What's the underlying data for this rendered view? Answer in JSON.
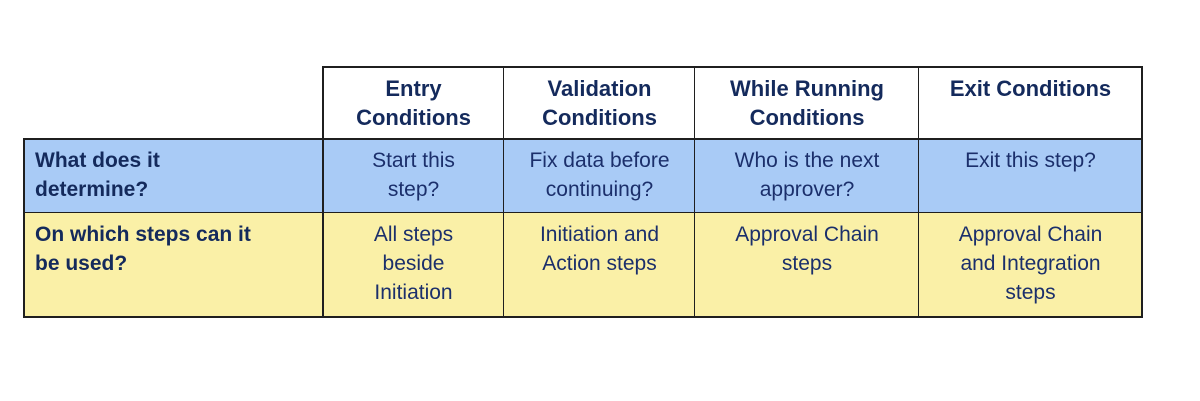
{
  "table": {
    "columns": [
      {
        "label": "Entry Conditions",
        "lines": [
          "Entry",
          "Conditions"
        ]
      },
      {
        "label": "Validation Conditions",
        "lines": [
          "Validation",
          "Conditions"
        ]
      },
      {
        "label": "While Running Conditions",
        "lines": [
          "While Running",
          "Conditions"
        ]
      },
      {
        "label": "Exit Conditions",
        "lines": [
          "Exit Conditions"
        ]
      }
    ],
    "rows": [
      {
        "header_lines": [
          "What does it",
          "determine?"
        ],
        "cells": [
          [
            "Start this",
            "step?"
          ],
          [
            "Fix data before",
            "continuing?"
          ],
          [
            "Who is the next",
            "approver?"
          ],
          [
            "Exit this step?"
          ]
        ]
      },
      {
        "header_lines": [
          "On which steps can it",
          "be used?"
        ],
        "cells": [
          [
            "All steps",
            "beside",
            "Initiation"
          ],
          [
            "Initiation and",
            "Action steps"
          ],
          [
            "Approval Chain",
            "steps"
          ],
          [
            "Approval Chain",
            "and Integration",
            "steps"
          ]
        ]
      }
    ]
  }
}
